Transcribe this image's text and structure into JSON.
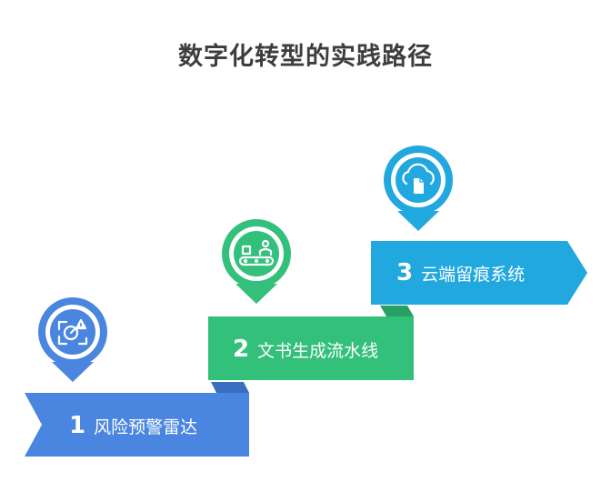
{
  "title": "数字化转型的实践路径",
  "colors": {
    "step1": "#4a86e0",
    "step1_dark": "#3a6fc0",
    "step2": "#33c07a",
    "step2_dark": "#27a064",
    "step3": "#21a8de",
    "step3_dark": "#1a8fbf"
  },
  "steps": [
    {
      "number": "1",
      "label": "风险预警雷达",
      "icon": "radar-warning-icon"
    },
    {
      "number": "2",
      "label": "文书生成流水线",
      "icon": "conveyor-line-icon"
    },
    {
      "number": "3",
      "label": "云端留痕系统",
      "icon": "cloud-document-icon"
    }
  ]
}
